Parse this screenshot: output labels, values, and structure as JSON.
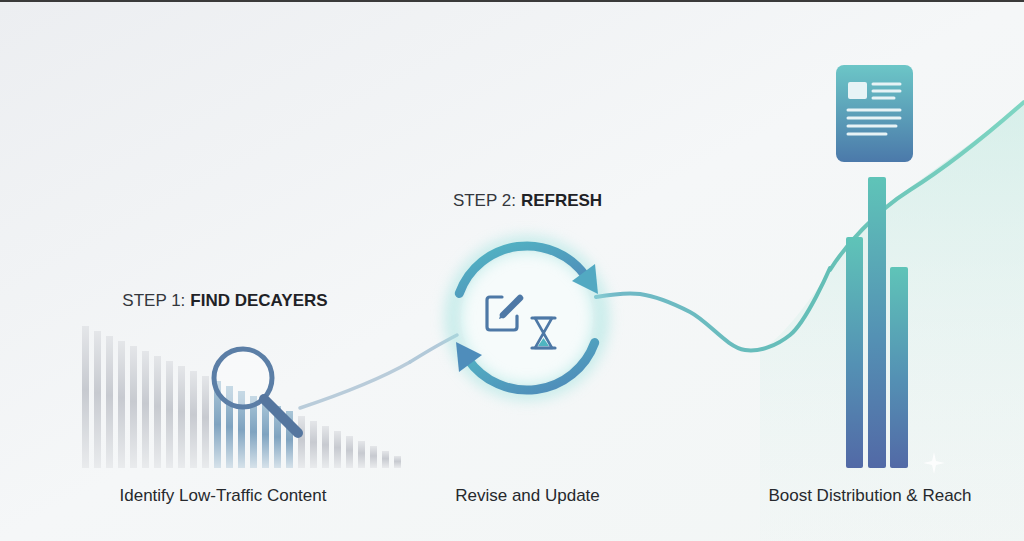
{
  "diagram": {
    "nodes": [
      {
        "text": [
          "STEP 1:",
          "FIND DECAYERS",
          "Identify Low-Traffic Content"
        ]
      },
      {
        "text": [
          "STEP 2:",
          "REFRESH",
          "Revise and Update"
        ]
      },
      {
        "text": [
          "Boost Distribution & Reach"
        ]
      }
    ],
    "edges": [
      {
        "from": 0,
        "to": 1,
        "arrow": "none"
      },
      {
        "from": 1,
        "to": 2,
        "arrow": "none"
      }
    ]
  }
}
